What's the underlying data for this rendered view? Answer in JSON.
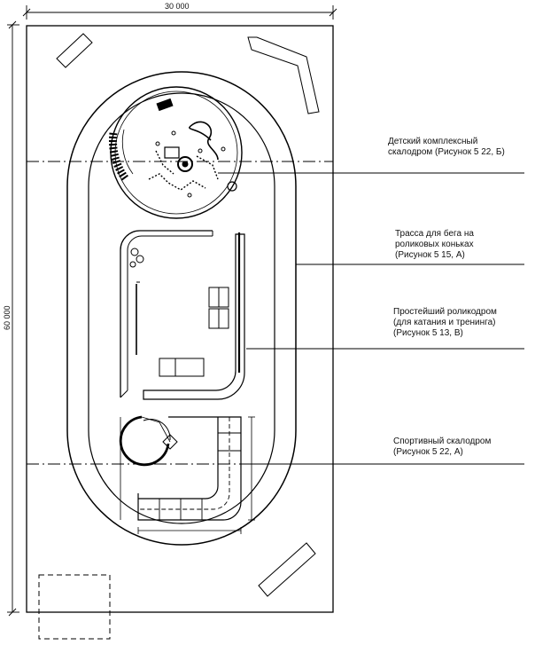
{
  "dimensions": {
    "width_label": "30 000",
    "height_label": "60 000"
  },
  "callouts": [
    {
      "id": "children",
      "line1": "Детский комплексный",
      "line2": "скалодром  (Рисунок 5 22, Б)"
    },
    {
      "id": "track",
      "line1": "Трасса для бега на",
      "line2": "роликовых коньках",
      "line3": "(Рисунок 5 15, А)"
    },
    {
      "id": "rollerdrome",
      "line1": "Простейший роликодром",
      "line2": "(для катания и тренинга)",
      "line3": "(Рисунок 5 13, В)"
    },
    {
      "id": "sport",
      "line1": "Спортивный скалодром",
      "line2": "(Рисунок 5 22, А)"
    }
  ]
}
